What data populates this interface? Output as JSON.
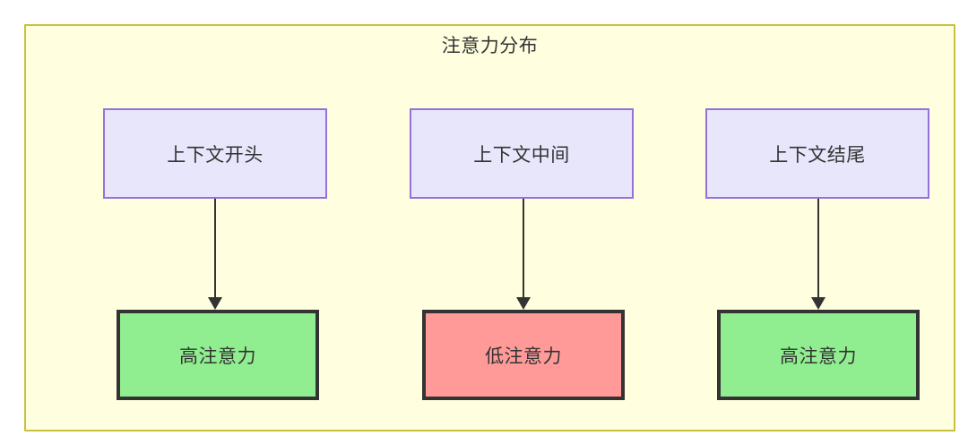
{
  "diagram": {
    "title": "注意力分布",
    "columns": [
      {
        "context_label": "上下文开头",
        "status_label": "高注意力",
        "status_kind": "high",
        "arrow": "down-arrow"
      },
      {
        "context_label": "上下文中间",
        "status_label": "低注意力",
        "status_kind": "low",
        "arrow": "down-arrow"
      },
      {
        "context_label": "上下文结尾",
        "status_label": "高注意力",
        "status_kind": "high",
        "arrow": "down-arrow"
      }
    ],
    "colors": {
      "container_fill": "#ffffe0",
      "container_border": "#c8c13e",
      "context_fill": "#e7e6fb",
      "context_border": "#9771db",
      "high_fill": "#90ee90",
      "low_fill": "#ff9a99",
      "status_border": "#333333",
      "arrow": "#333333",
      "text": "#333333"
    }
  }
}
